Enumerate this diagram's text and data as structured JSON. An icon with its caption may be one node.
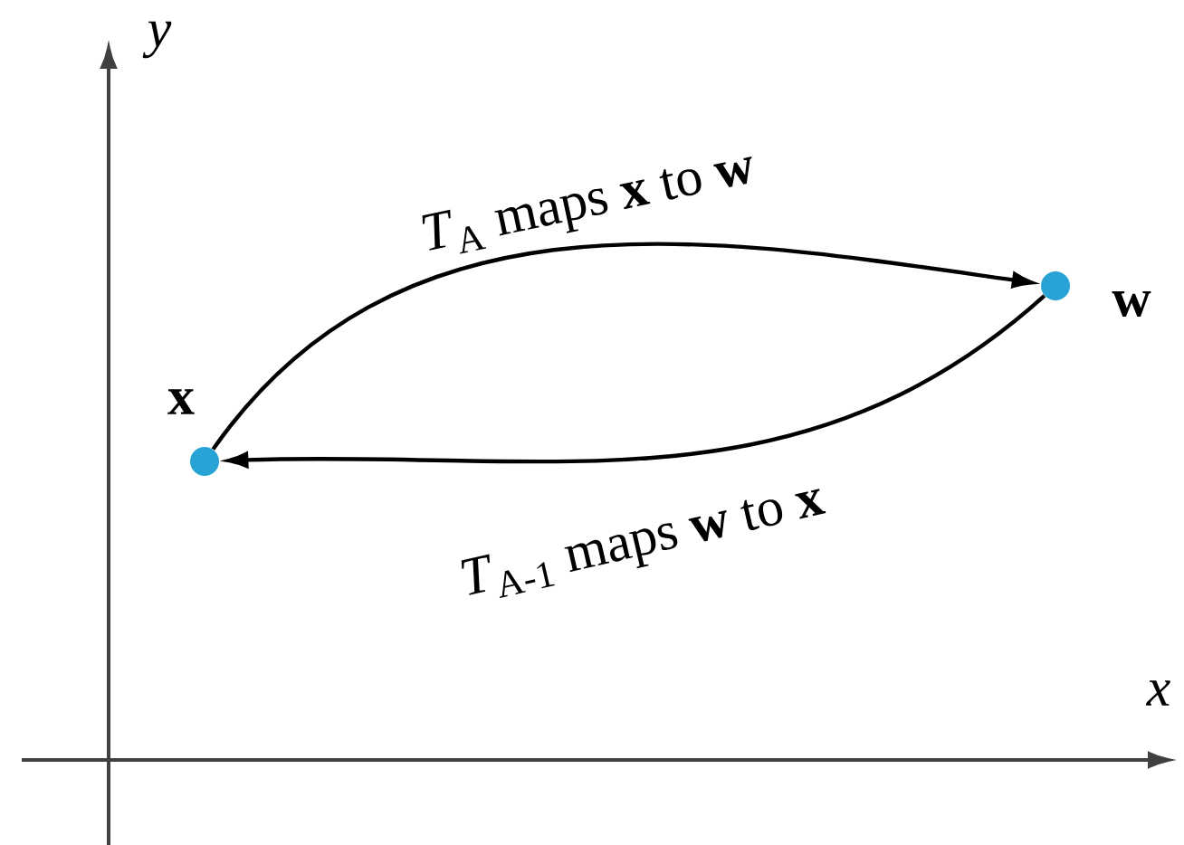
{
  "diagram": {
    "nodes": [
      {
        "text": [],
        "shape": "circle",
        "beside": [
          "**x**"
        ]
      },
      {
        "text": [],
        "shape": "circle",
        "beside": [
          "**w**"
        ]
      }
    ],
    "edges": [
      {
        "from": 0,
        "to": 1,
        "arrow": "to",
        "label": "*T*$_{A}$ maps **x** to **w**"
      },
      {
        "from": 1,
        "to": 0,
        "arrow": "to",
        "label": "*T*$_{A-1}$ maps **w** to **x**"
      }
    ],
    "labels": [
      "*y*",
      "*x*"
    ]
  }
}
